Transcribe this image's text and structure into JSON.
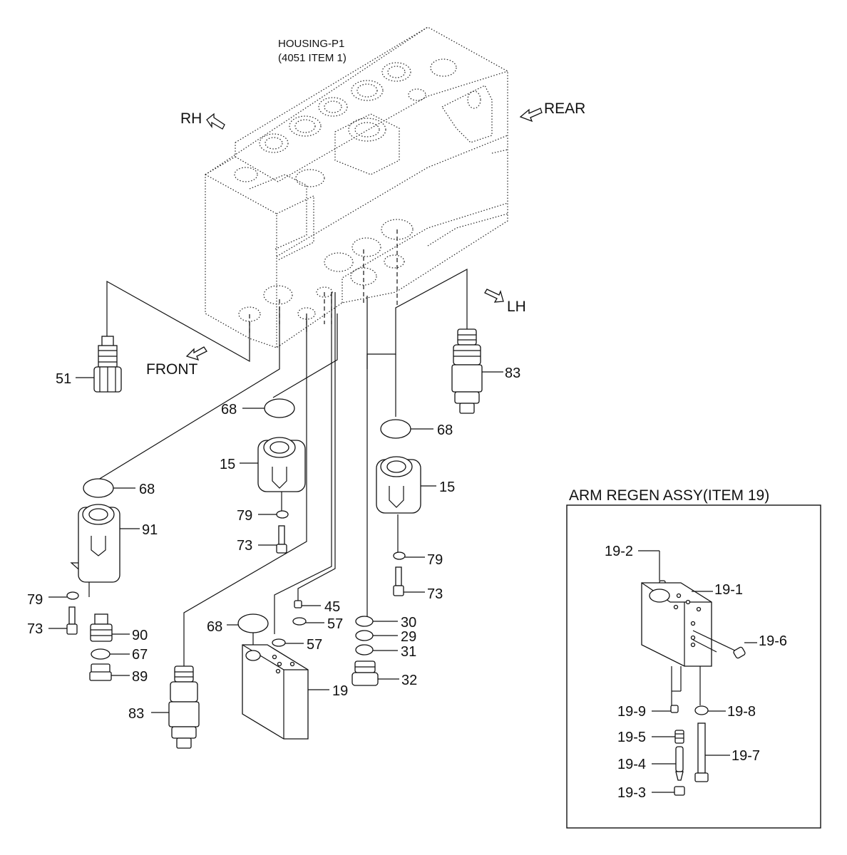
{
  "housing": {
    "title_line1": "HOUSING-P1",
    "title_line2": "(4051 ITEM 1)"
  },
  "directions": {
    "rh": "RH",
    "rear": "REAR",
    "lh": "LH",
    "front": "FRONT"
  },
  "callouts": {
    "c51": "51",
    "c83a": "83",
    "c68a": "68",
    "c68b": "68",
    "c68c": "68",
    "c68d": "68",
    "c15a": "15",
    "c15b": "15",
    "c79a": "79",
    "c79b": "79",
    "c79c": "79",
    "c73a": "73",
    "c73b": "73",
    "c73c": "73",
    "c91": "91",
    "c90": "90",
    "c67": "67",
    "c89": "89",
    "c83b": "83",
    "c45": "45",
    "c57a": "57",
    "c57b": "57",
    "c19": "19",
    "c30": "30",
    "c29": "29",
    "c31": "31",
    "c32": "32"
  },
  "inset": {
    "title": "ARM REGEN ASSY(ITEM 19)",
    "labels": {
      "i2": "19-2",
      "i1": "19-1",
      "i6": "19-6",
      "i9": "19-9",
      "i8": "19-8",
      "i5": "19-5",
      "i4": "19-4",
      "i7": "19-7",
      "i3": "19-3"
    }
  }
}
